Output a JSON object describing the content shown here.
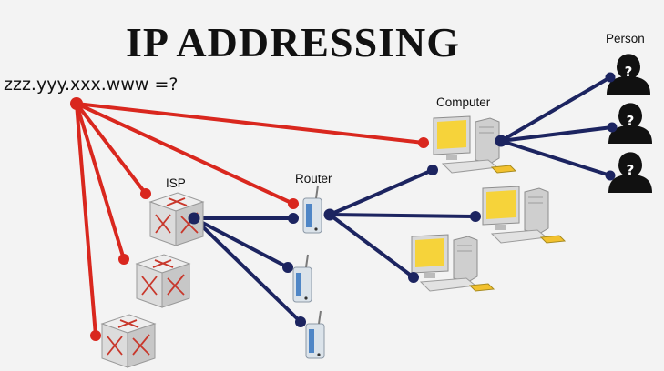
{
  "title": "IP ADDRESSING",
  "address_format": "zzz.yyy.xxx.www =?",
  "labels": {
    "isp": "ISP",
    "router": "Router",
    "computer": "Computer",
    "person": "Person"
  },
  "colors": {
    "red_line": "#d9271e",
    "navy_line": "#1c2460",
    "screen_yellow": "#f5d23a",
    "device_gray": "#d6d6d6"
  },
  "person_badge_text": "?"
}
